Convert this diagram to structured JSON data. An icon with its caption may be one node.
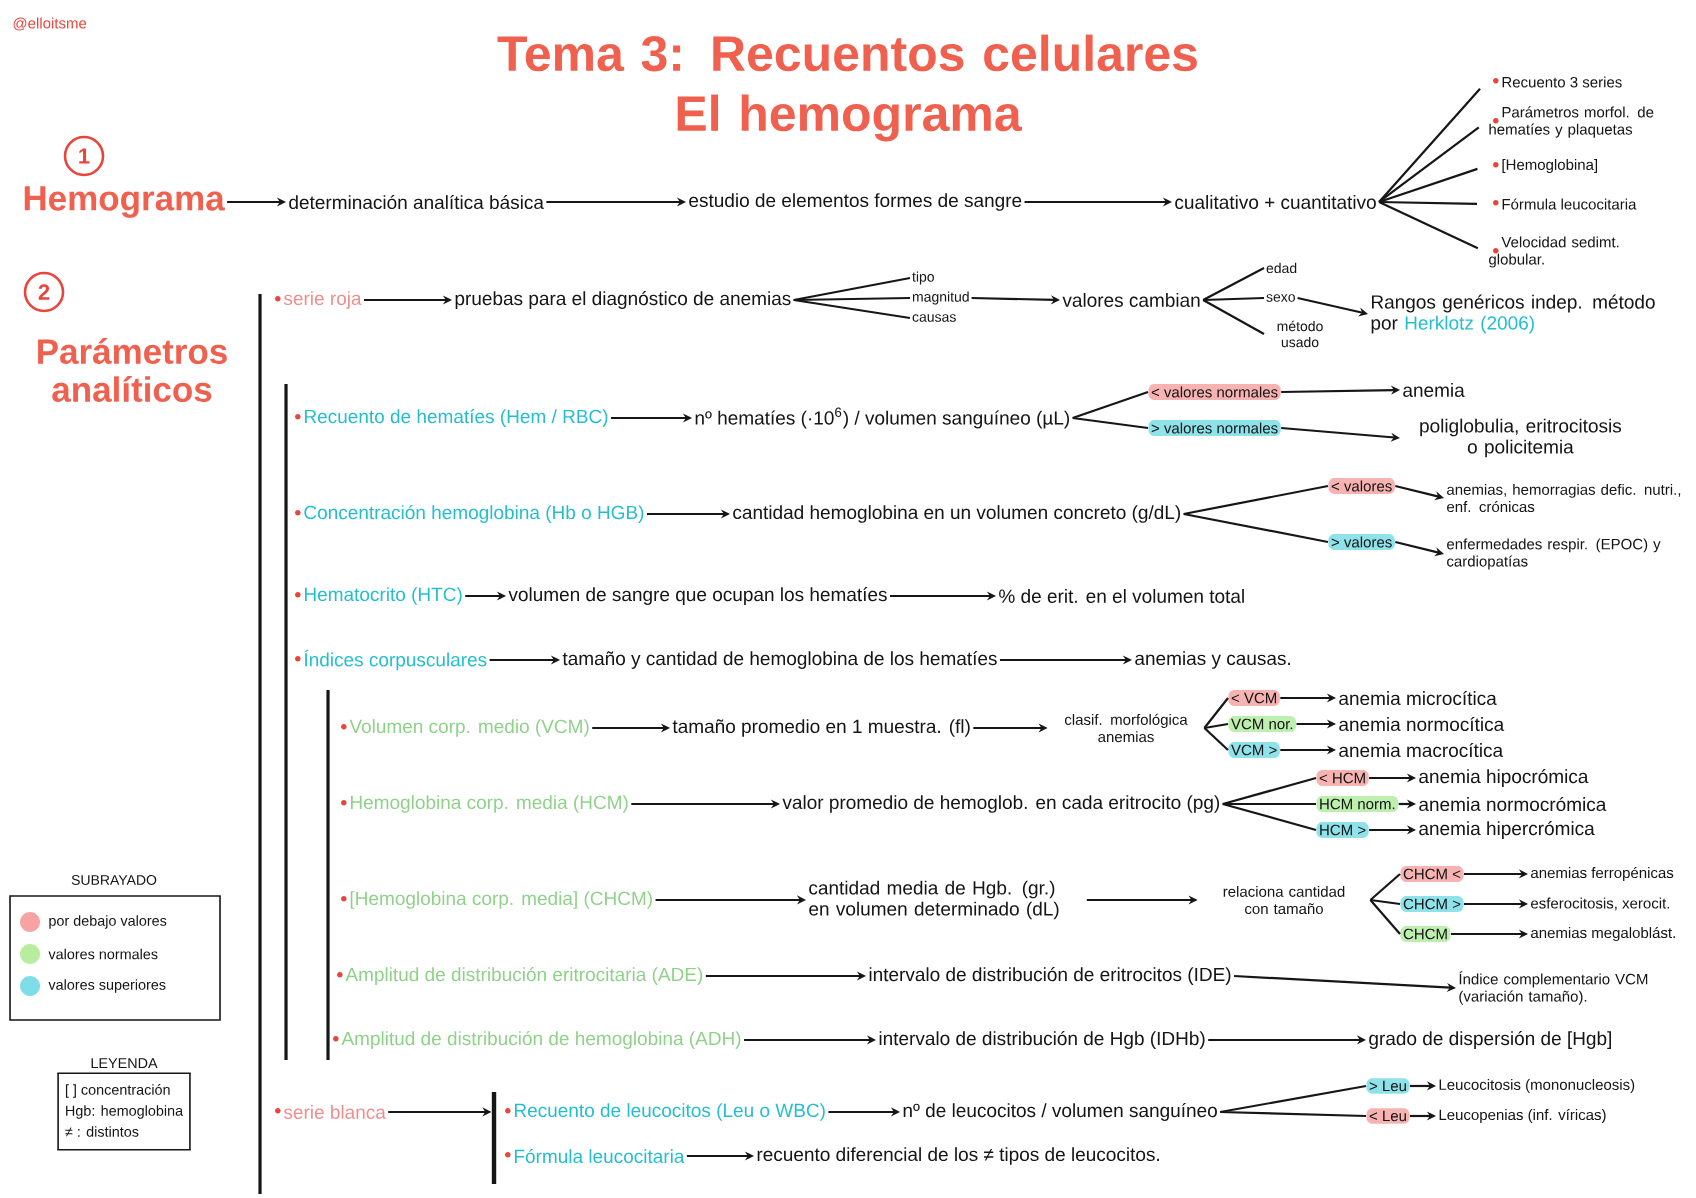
{
  "diagram": {
    "title": "Tema 3: Recuentos celulares El hemograma",
    "nodes": [
      {
        "text": [
          "1"
        ]
      },
      {
        "text": [
          "Hemograma"
        ]
      },
      {
        "text": [
          "determinación analítica básica"
        ]
      },
      {
        "text": [
          "estudio de elementos formes de sangre"
        ]
      },
      {
        "text": [
          "cualitativo + cuantitativo"
        ]
      },
      {
        "text": [
          "Recuento 3 series"
        ]
      },
      {
        "text": [
          "Parámetros morfol. de hematíes y plaquetas"
        ]
      },
      {
        "text": [
          "[Hemoglobina]"
        ]
      },
      {
        "text": [
          "Fórmula leucocitaria"
        ]
      },
      {
        "text": [
          "Velocidad sedimt. globular."
        ]
      },
      {
        "text": [
          "2"
        ]
      },
      {
        "text": [
          "Parámetros analíticos"
        ]
      },
      {
        "text": [
          "serie roja"
        ]
      },
      {
        "text": [
          "pruebas para el diagnóstico de anemias"
        ]
      },
      {
        "text": [
          "tipo"
        ]
      },
      {
        "text": [
          "magnitud"
        ]
      },
      {
        "text": [
          "causas"
        ]
      },
      {
        "text": [
          "valores cambian"
        ]
      },
      {
        "text": [
          "edad"
        ]
      },
      {
        "text": [
          "sexo"
        ]
      },
      {
        "text": [
          "método usado"
        ]
      },
      {
        "text": [
          "Rangos genéricos indep. método por",
          "Herklotz (2006)"
        ]
      },
      {
        "text": [
          "Recuento de hematíes (Hem / RBC)"
        ]
      },
      {
        "text": [
          "nº hematíes (·10$^{6}$) / volumen sanguíneo (µL)"
        ]
      },
      {
        "text": [
          "< valores normales"
        ]
      },
      {
        "text": [
          "> valores normales"
        ]
      },
      {
        "text": [
          "anemia"
        ]
      },
      {
        "text": [
          "poliglobulia, eritrocitosis o policitemia"
        ]
      },
      {
        "text": [
          "Concentración hemoglobina (Hb o HGB)"
        ]
      },
      {
        "text": [
          "cantidad hemoglobina en un volumen concreto (g/dL)"
        ]
      },
      {
        "text": [
          "< valores"
        ]
      },
      {
        "text": [
          "anemias, hemorragias defic. nutri., enf. crónicas"
        ]
      },
      {
        "text": [
          "> valores"
        ]
      },
      {
        "text": [
          "enfermedades respir. (EPOC) y cardiopatías"
        ]
      },
      {
        "text": [
          "Hematocrito (HTC)"
        ]
      },
      {
        "text": [
          "volumen de sangre que ocupan los hematíes"
        ]
      },
      {
        "text": [
          "% de erit. en el volumen total"
        ]
      },
      {
        "text": [
          "Índices corpusculares"
        ]
      },
      {
        "text": [
          "tamaño y cantidad de hemoglobina de los hematíes"
        ]
      },
      {
        "text": [
          "anemias y causas."
        ]
      },
      {
        "text": [
          "Volumen corp. medio (VCM)"
        ]
      },
      {
        "text": [
          "tamaño promedio en 1 muestra. (fl)"
        ]
      },
      {
        "text": [
          "clasif. morfológica anemias"
        ]
      },
      {
        "text": [
          "< VCM"
        ]
      },
      {
        "text": [
          "anemia microcítica"
        ]
      },
      {
        "text": [
          "VCM nor."
        ]
      },
      {
        "text": [
          "anemia normocítica"
        ]
      },
      {
        "text": [
          "VCM >"
        ]
      },
      {
        "text": [
          "anemia macrocítica"
        ]
      },
      {
        "text": [
          "Hemoglobina corp. media (HCM)"
        ]
      },
      {
        "text": [
          "valor promedio de hemoglob. en cada eritrocito (pg)"
        ]
      },
      {
        "text": [
          "< HCM"
        ]
      },
      {
        "text": [
          "anemia hipocrómica"
        ]
      },
      {
        "text": [
          "HCM norm."
        ]
      },
      {
        "text": [
          "anemia normocrómica"
        ]
      },
      {
        "text": [
          "HCM >"
        ]
      },
      {
        "text": [
          "anemia hipercrómica"
        ]
      },
      {
        "text": [
          "[Hemoglobina corp. media] (CHCM)"
        ]
      },
      {
        "text": [
          "cantidad media de Hgb. (gr.) en volumen determinado (dL)"
        ]
      },
      {
        "text": [
          "relaciona cantidad con tamaño"
        ]
      },
      {
        "text": [
          "CHCM <"
        ]
      },
      {
        "text": [
          "anemias ferropénicas"
        ]
      },
      {
        "text": [
          "CHCM >"
        ]
      },
      {
        "text": [
          "esferocitosis, xerocit."
        ]
      },
      {
        "text": [
          "CHCM"
        ]
      },
      {
        "text": [
          "anemias megaloblást."
        ]
      },
      {
        "text": [
          "Amplitud de distribución eritrocitaria (ADE)"
        ]
      },
      {
        "text": [
          "intervalo de distribución de eritrocitos (IDE)"
        ]
      },
      {
        "text": [
          "Índice complementario VCM (variación tamaño)."
        ]
      },
      {
        "text": [
          "Amplitud de distribución de hemoglobina (ADH)"
        ]
      },
      {
        "text": [
          "intervalo de distribución de Hgb (IDHb)"
        ]
      },
      {
        "text": [
          "grado de dispersión de [Hgb]"
        ]
      },
      {
        "text": [
          "serie blanca"
        ]
      },
      {
        "text": [],
        "shape": "bar"
      },
      {
        "text": [
          "Recuento de leucocitos (Leu o WBC)"
        ]
      },
      {
        "text": [
          "nº de leucocitos / volumen sanguíneo"
        ]
      },
      {
        "text": [
          "> Leu"
        ]
      },
      {
        "text": [
          "Leucocitosis (mononucleosis)"
        ]
      },
      {
        "text": [
          "< Leu"
        ]
      },
      {
        "text": [
          "Leucopenias (inf. víricas)"
        ]
      },
      {
        "text": [
          "Fórmula leucocitaria"
        ]
      },
      {
        "text": [
          "recuento diferencial de los ≠ tipos de leucocitos."
        ]
      },
      {
        "text": [
          "LEYENDA",
          "[ ] concentración",
          "Hgb: hemoglobina",
          "≠ : distintos"
        ]
      }
    ],
    "edges": [
      {
        "from": 1,
        "to": 2,
        "arrow": "to"
      },
      {
        "from": 2,
        "to": 3,
        "arrow": "to"
      },
      {
        "from": 3,
        "to": 4,
        "arrow": "to"
      },
      {
        "from": 4,
        "to": 5,
        "arrow": "none"
      },
      {
        "from": 4,
        "to": 6,
        "arrow": "none"
      },
      {
        "from": 4,
        "to": 7,
        "arrow": "none"
      },
      {
        "from": 4,
        "to": 8,
        "arrow": "none"
      },
      {
        "from": 4,
        "to": 9,
        "arrow": "none"
      },
      {
        "from": 12,
        "to": 13,
        "arrow": "to"
      },
      {
        "from": 13,
        "to": 14,
        "arrow": "none"
      },
      {
        "from": 13,
        "to": 15,
        "arrow": "none"
      },
      {
        "from": 13,
        "to": 16,
        "arrow": "none"
      },
      {
        "from": 15,
        "to": 17,
        "arrow": "to"
      },
      {
        "from": 17,
        "to": 18,
        "arrow": "none"
      },
      {
        "from": 17,
        "to": 19,
        "arrow": "none"
      },
      {
        "from": 17,
        "to": 20,
        "arrow": "none"
      },
      {
        "from": 19,
        "to": 21,
        "arrow": "to"
      },
      {
        "from": 22,
        "to": 23,
        "arrow": "to"
      },
      {
        "from": 23,
        "to": 24,
        "arrow": "none"
      },
      {
        "from": 23,
        "to": 25,
        "arrow": "none"
      },
      {
        "from": 24,
        "to": 26,
        "arrow": "to"
      },
      {
        "from": 25,
        "to": 27,
        "arrow": "to"
      },
      {
        "from": 28,
        "to": 29,
        "arrow": "to"
      },
      {
        "from": 29,
        "to": 30,
        "arrow": "none"
      },
      {
        "from": 29,
        "to": 32,
        "arrow": "none"
      },
      {
        "from": 30,
        "to": 31,
        "arrow": "to"
      },
      {
        "from": 32,
        "to": 33,
        "arrow": "to"
      },
      {
        "from": 34,
        "to": 35,
        "arrow": "to"
      },
      {
        "from": 35,
        "to": 36,
        "arrow": "to"
      },
      {
        "from": 37,
        "to": 38,
        "arrow": "to"
      },
      {
        "from": 38,
        "to": 39,
        "arrow": "to"
      },
      {
        "from": 40,
        "to": 41,
        "arrow": "to"
      },
      {
        "from": 41,
        "to": 42,
        "arrow": "to"
      },
      {
        "from": 42,
        "to": 43,
        "arrow": "none"
      },
      {
        "from": 42,
        "to": 45,
        "arrow": "none"
      },
      {
        "from": 42,
        "to": 47,
        "arrow": "none"
      },
      {
        "from": 43,
        "to": 44,
        "arrow": "to"
      },
      {
        "from": 45,
        "to": 46,
        "arrow": "to"
      },
      {
        "from": 47,
        "to": 48,
        "arrow": "to"
      },
      {
        "from": 49,
        "to": 50,
        "arrow": "to"
      },
      {
        "from": 50,
        "to": 51,
        "arrow": "none"
      },
      {
        "from": 50,
        "to": 53,
        "arrow": "none"
      },
      {
        "from": 50,
        "to": 55,
        "arrow": "none"
      },
      {
        "from": 51,
        "to": 52,
        "arrow": "to"
      },
      {
        "from": 53,
        "to": 54,
        "arrow": "to"
      },
      {
        "from": 55,
        "to": 56,
        "arrow": "to"
      },
      {
        "from": 57,
        "to": 58,
        "arrow": "to"
      },
      {
        "from": 58,
        "to": 59,
        "arrow": "to"
      },
      {
        "from": 59,
        "to": 60,
        "arrow": "none"
      },
      {
        "from": 59,
        "to": 62,
        "arrow": "none"
      },
      {
        "from": 59,
        "to": 64,
        "arrow": "none"
      },
      {
        "from": 60,
        "to": 61,
        "arrow": "to"
      },
      {
        "from": 62,
        "to": 63,
        "arrow": "to"
      },
      {
        "from": 64,
        "to": 65,
        "arrow": "to"
      },
      {
        "from": 66,
        "to": 67,
        "arrow": "to"
      },
      {
        "from": 67,
        "to": 68,
        "arrow": "to"
      },
      {
        "from": 69,
        "to": 70,
        "arrow": "to"
      },
      {
        "from": 70,
        "to": 71,
        "arrow": "to"
      },
      {
        "from": 72,
        "to": 73,
        "arrow": "to"
      },
      {
        "from": 74,
        "to": 75,
        "arrow": "to"
      },
      {
        "from": 75,
        "to": 76,
        "arrow": "none"
      },
      {
        "from": 75,
        "to": 78,
        "arrow": "none"
      },
      {
        "from": 76,
        "to": 77,
        "arrow": "to"
      },
      {
        "from": 78,
        "to": 79,
        "arrow": "to"
      },
      {
        "from": 80,
        "to": 81,
        "arrow": "to"
      }
    ],
    "labels": [
      "@elloitsme",
      "SUBRAYADO"
    ],
    "legend": [
      {
        "text": "por debajo valores",
        "color": "#f5a3a3"
      },
      {
        "text": "valores normales",
        "color": "#b8ec9e"
      },
      {
        "text": "valores superiores",
        "color": "#7fdde8"
      }
    ]
  }
}
